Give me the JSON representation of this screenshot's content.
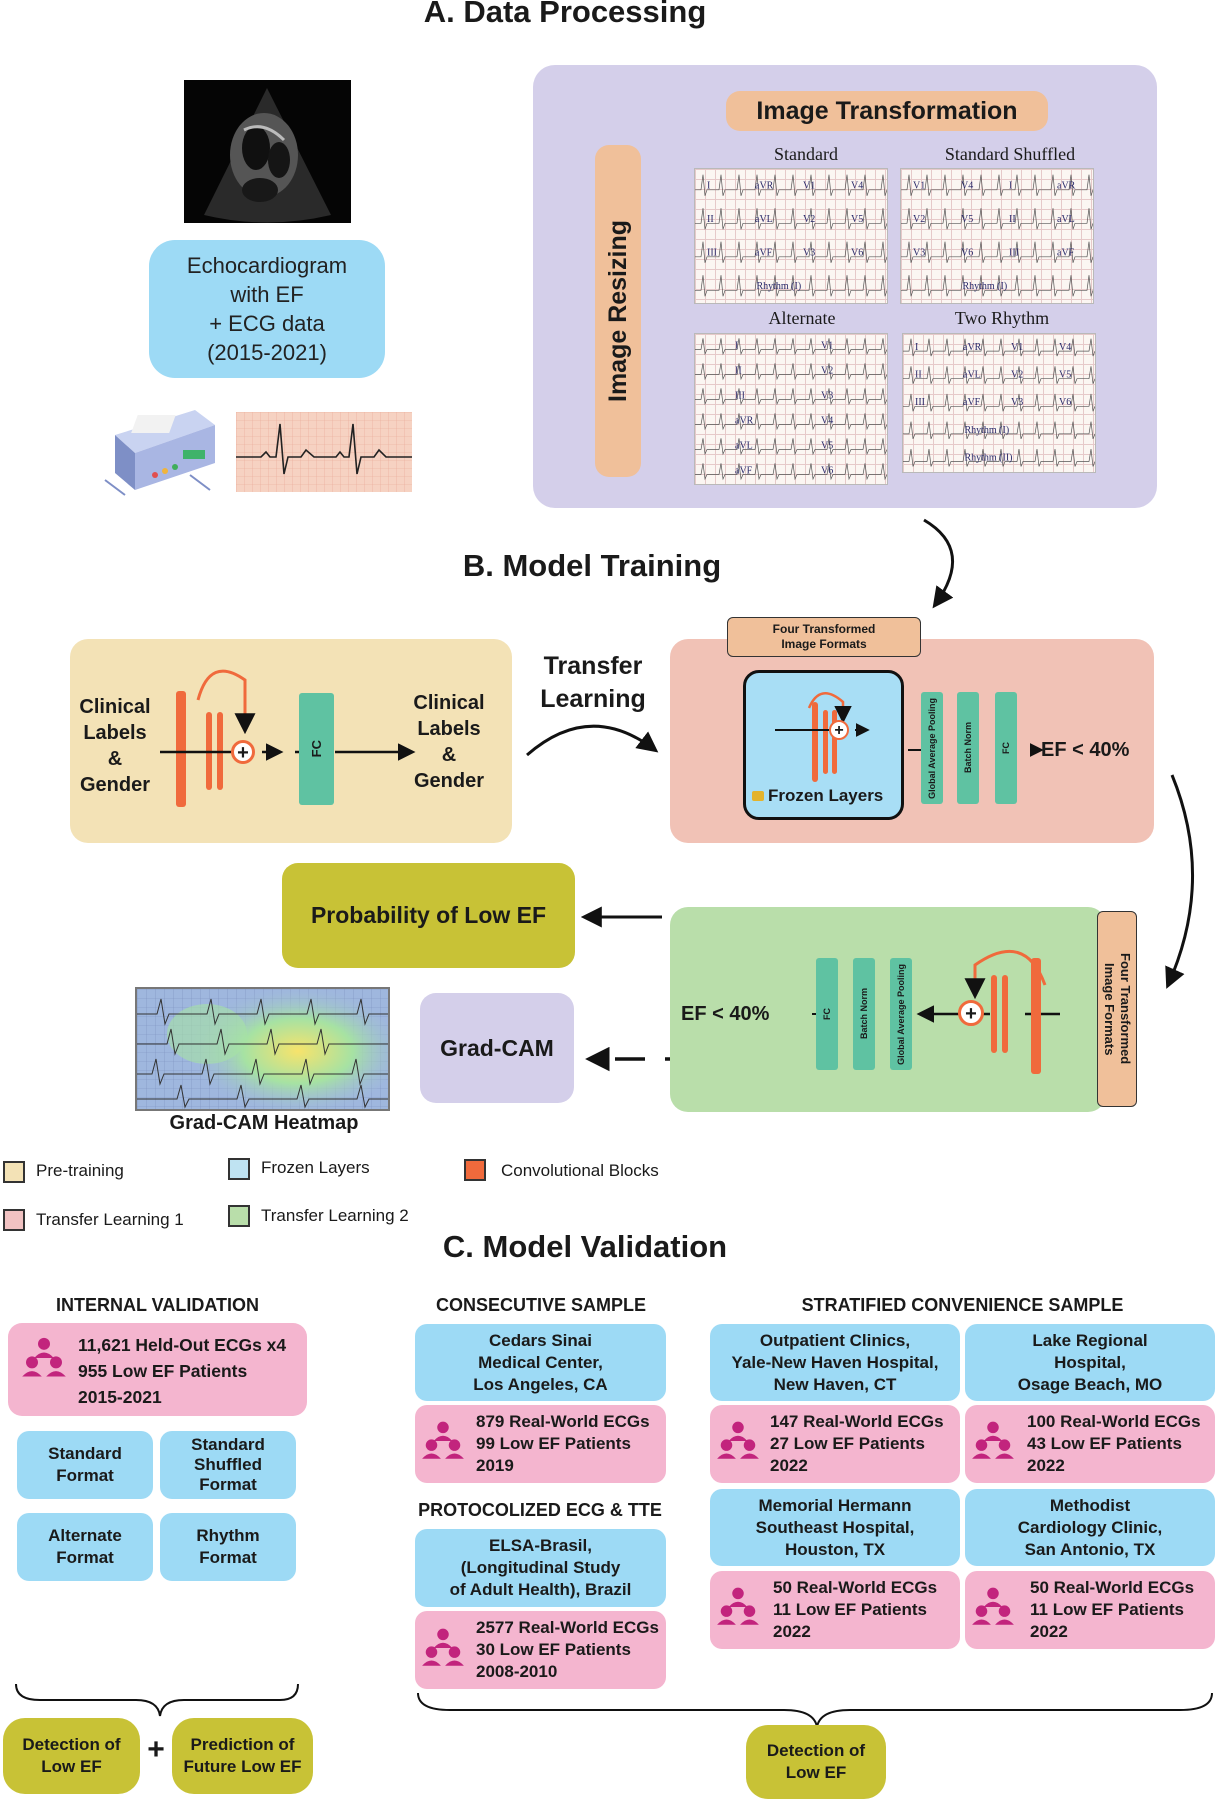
{
  "sections": {
    "a": "A. Data Processing",
    "b": "B. Model Training",
    "c": "C. Model Validation"
  },
  "data_processing": {
    "source_label": "Echocardiogram\nwith EF\n+ ECG data\n(2015-2021)",
    "image_transformation": "Image Transformation",
    "image_resizing": "Image Resizing",
    "formats": [
      {
        "title": "Standard",
        "leads": [
          "I",
          "aVR",
          "V1",
          "V4",
          "II",
          "aVL",
          "V2",
          "V5",
          "III",
          "aVF",
          "V3",
          "V6",
          "Rhythm (I)"
        ]
      },
      {
        "title": "Standard Shuffled",
        "leads": [
          "V1",
          "V4",
          "I",
          "aVR",
          "V2",
          "V5",
          "II",
          "aVL",
          "V3",
          "V6",
          "III",
          "aVF",
          "Rhythm (I)"
        ]
      },
      {
        "title": "Alternate",
        "leads": [
          "I",
          "V1",
          "II",
          "V2",
          "III",
          "V3",
          "aVR",
          "V4",
          "aVL",
          "V5",
          "aVF",
          "V6"
        ]
      },
      {
        "title": "Two Rhythm",
        "leads": [
          "I",
          "aVR",
          "V1",
          "V4",
          "II",
          "aVL",
          "V2",
          "V5",
          "III",
          "aVF",
          "V3",
          "V6",
          "Rhythm (I)",
          "Rhythm (II)"
        ]
      }
    ]
  },
  "model_training": {
    "pretrain_input": "Clinical\nLabels\n&\nGender",
    "pretrain_output": "Clinical\nLabels\n&\nGender",
    "fc": "FC",
    "transfer_learning": "Transfer\nLearning",
    "four_formats": "Four Transformed\nImage Formats",
    "frozen_layers": "Frozen Layers",
    "gap": "Global Average Pooling",
    "batch_norm": "Batch Norm",
    "ef_threshold": "EF < 40%",
    "probability": "Probability of Low EF",
    "gradcam": "Grad-CAM",
    "gradcam_heatmap": "Grad-CAM Heatmap"
  },
  "legend": [
    {
      "label": "Pre-training",
      "color": "#f3e2b6"
    },
    {
      "label": "Frozen Layers",
      "color": "#bfe3f2"
    },
    {
      "label": "Convolutional Blocks",
      "color": "#f06a3c"
    },
    {
      "label": "Transfer Learning 1",
      "color": "#f1c2c2"
    },
    {
      "label": "Transfer Learning 2",
      "color": "#b9deaa"
    }
  ],
  "validation": {
    "internal": {
      "header": "INTERNAL VALIDATION",
      "stats": "11,621 Held-Out ECGs x4\n955 Low EF Patients\n2015-2021",
      "formats": [
        "Standard\nFormat",
        "Standard\nShuffled\nFormat",
        "Alternate\nFormat",
        "Rhythm\nFormat"
      ],
      "outcome_1": "Detection of\nLow EF",
      "plus": "+",
      "outcome_2": "Prediction of\nFuture Low EF"
    },
    "consecutive": {
      "header": "CONSECUTIVE SAMPLE",
      "site": "Cedars Sinai\nMedical Center,\nLos Angeles, CA",
      "stats": "879 Real-World ECGs\n99 Low EF Patients\n2019"
    },
    "protocolized": {
      "header": "PROTOCOLIZED ECG & TTE",
      "site": "ELSA-Brasil,\n(Longitudinal Study\nof Adult Health), Brazil",
      "stats": "2577 Real-World ECGs\n30 Low EF Patients\n2008-2010"
    },
    "stratified": {
      "header": "STRATIFIED CONVENIENCE SAMPLE",
      "sites": [
        {
          "site": "Outpatient Clinics,\nYale-New Haven Hospital,\nNew Haven, CT",
          "stats": "147 Real-World ECGs\n27 Low EF Patients\n2022"
        },
        {
          "site": "Lake Regional\nHospital,\nOsage Beach, MO",
          "stats": "100 Real-World ECGs\n43 Low EF Patients\n2022"
        },
        {
          "site": "Memorial Hermann\nSoutheast Hospital,\nHouston, TX",
          "stats": "50 Real-World ECGs\n11 Low EF Patients\n2022"
        },
        {
          "site": "Methodist\nCardiology Clinic,\nSan Antonio, TX",
          "stats": "50 Real-World ECGs\n11 Low EF Patients\n2022"
        }
      ]
    },
    "external_outcome": "Detection of\nLow EF"
  }
}
